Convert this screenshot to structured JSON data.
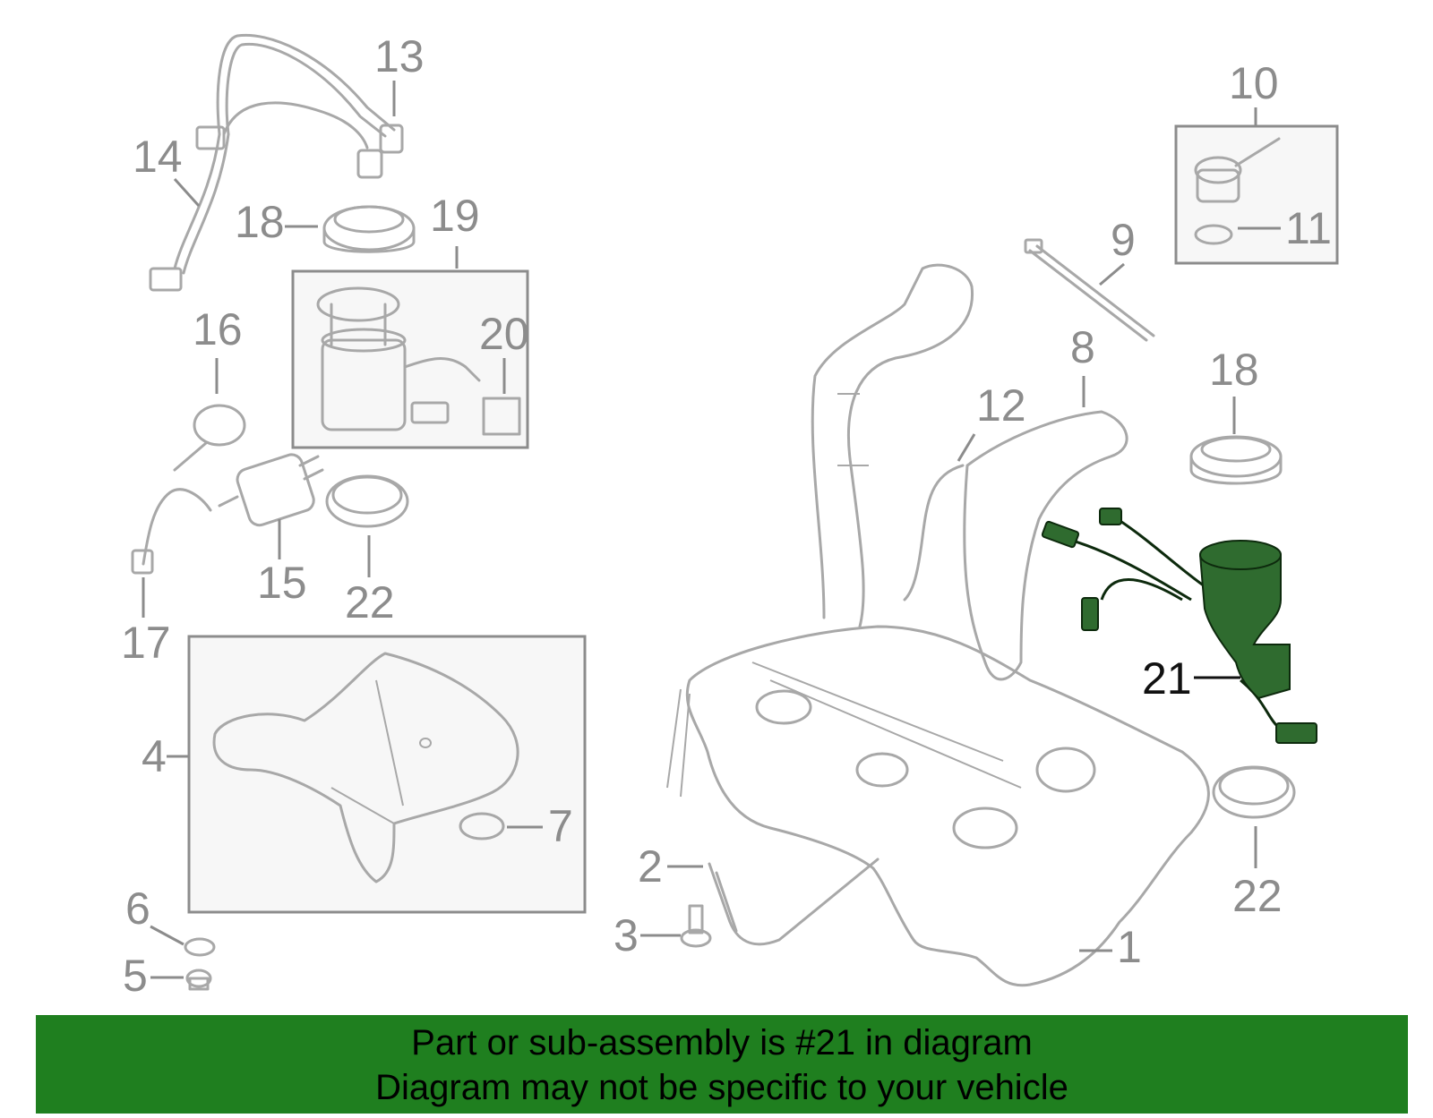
{
  "callouts": {
    "c1": "1",
    "c2": "2",
    "c3": "3",
    "c4": "4",
    "c5": "5",
    "c6": "6",
    "c7": "7",
    "c8": "8",
    "c9": "9",
    "c10": "10",
    "c11": "11",
    "c12": "12",
    "c13": "13",
    "c14": "14",
    "c15": "15",
    "c16": "16",
    "c17": "17",
    "c18a": "18",
    "c18b": "18",
    "c19": "19",
    "c20": "20",
    "c21": "21",
    "c22a": "22",
    "c22b": "22"
  },
  "highlighted_part": "21",
  "colors": {
    "banner": "#1f7f1f",
    "highlight": "#2f6b2f",
    "linework": "#a8a8a8"
  },
  "banner": {
    "line1": "Part or sub-assembly is #21 in diagram",
    "line2": "Diagram may not be specific to your vehicle"
  }
}
